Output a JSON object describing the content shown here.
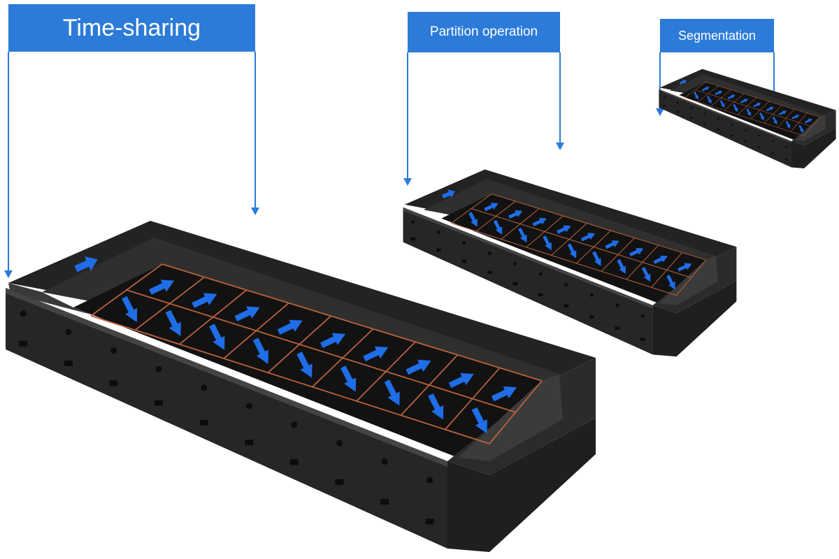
{
  "labels": {
    "time_sharing": "Time-sharing",
    "partition_operation": "Partition operation",
    "segmentation": "Segmentation"
  },
  "colors": {
    "label_box": "#2c7bd9",
    "connector_line": "#2c7bd9",
    "flow_arrow": "#1f6ee8",
    "partition_rib": "#b9623c",
    "tray_body": "#2b2b2b"
  },
  "trays": [
    {
      "id": "large-tray",
      "caption_key": "time_sharing"
    },
    {
      "id": "medium-tray",
      "caption_key": "partition_operation"
    },
    {
      "id": "small-tray",
      "caption_key": "segmentation"
    }
  ]
}
